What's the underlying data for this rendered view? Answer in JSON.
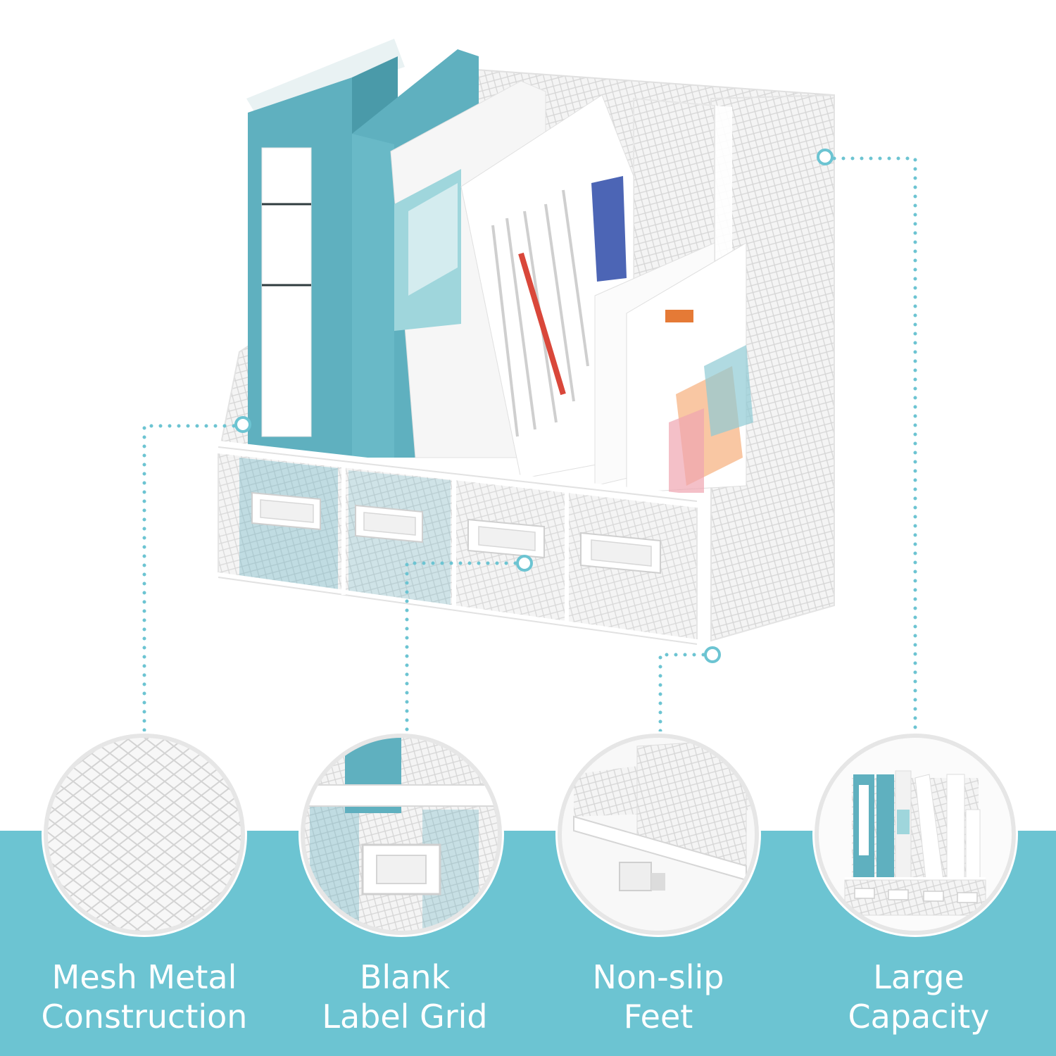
{
  "colors": {
    "accent": "#6cc4d2",
    "dotted_line": "#6cc4d2",
    "binder_teal": "#5fb0bf",
    "organizer_white": "#f5f5f5"
  },
  "features": [
    {
      "id": "mesh",
      "line1": "Mesh Metal",
      "line2": "Construction",
      "icon": "mesh-closeup-icon"
    },
    {
      "id": "label",
      "line1": "Blank",
      "line2": "Label Grid",
      "icon": "label-grid-closeup-icon"
    },
    {
      "id": "feet",
      "line1": "Non-slip",
      "line2": "Feet",
      "icon": "non-slip-feet-closeup-icon"
    },
    {
      "id": "capacity",
      "line1": "Large",
      "line2": "Capacity",
      "icon": "large-capacity-closeup-icon"
    }
  ]
}
